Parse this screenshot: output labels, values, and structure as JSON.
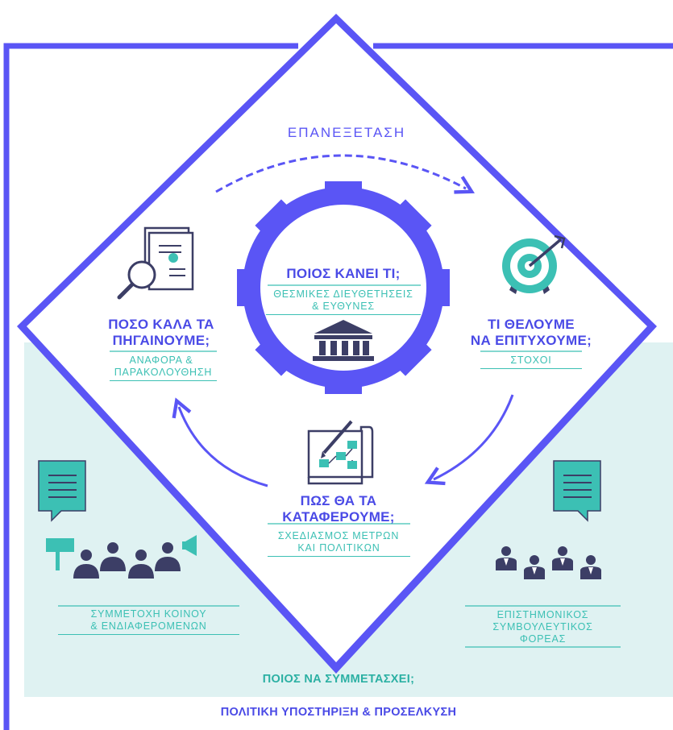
{
  "colors": {
    "primary": "#5a55f5",
    "teal": "#3cc0b4",
    "teal_light": "#dff2f2",
    "navy": "#3c3e66",
    "title_blue": "#4a4ae6"
  },
  "review_label": "ΕΠΑΝΕΞΕΤΑΣΗ",
  "center": {
    "title": "ΠΟΙΟΣ ΚΑΝΕΙ ΤΙ;",
    "subtitle_line1": "ΘΕΣΜΙΚΕΣ ΔΙΕΥΘΕΤΗΣΕΙΣ",
    "subtitle_line2": "& ΕΥΘΥΝΕΣ",
    "icon": "institution-building-icon"
  },
  "left_stage": {
    "title_line1": "ΠΟΣΟ ΚΑΛΑ ΤΑ",
    "title_line2": "ΠΗΓΑΙΝΟΥΜΕ;",
    "sub_line1": "ΑΝΑΦΟΡΑ &",
    "sub_line2": "ΠΑΡΑΚΟΛΟΥΘΗΣΗ",
    "icon": "report-magnifier-icon"
  },
  "right_stage": {
    "title_line1": "ΤΙ ΘΕΛΟΥΜΕ",
    "title_line2": "ΝΑ ΕΠΙΤΥΧΟΥΜΕ;",
    "sub_line1": "ΣΤΟΧΟΙ",
    "icon": "target-arrow-icon"
  },
  "bottom_stage": {
    "title_line1": "ΠΩΣ ΘΑ ΤΑ",
    "title_line2": "ΚΑΤΑΦΕΡΟΥΜΕ;",
    "sub_line1": "ΣΧΕΔΙΑΣΜΟΣ ΜΕΤΡΩΝ",
    "sub_line2": "ΚΑΙ ΠΟΛΙΤΙΚΩΝ",
    "icon": "flowchart-plan-icon"
  },
  "public": {
    "line1": "ΣΥΜΜΕΤΟΧΗ ΚΟΙΝΟΥ",
    "line2": "& ΕΝΔΙΑΦΕΡΟΜΕΝΩΝ",
    "icon": "people-protest-icon"
  },
  "scientific": {
    "line1": "ΕΠΙΣΤΗΜΟΝΙΚΟΣ",
    "line2": "ΣΥΜΒΟΥΛΕΥΤΙΚΟΣ",
    "line3": "ΦΟΡΕΑΣ",
    "icon": "experts-group-icon"
  },
  "footer": {
    "who_participates": "ΠΟΙΟΣ ΝΑ ΣΥΜΜΕΤΑΣΧΕΙ;",
    "political_support": "ΠΟΛΙΤΙΚΗ ΥΠΟΣΤΗΡΙΞΗ & ΠΡΟΣΕΛΚΥΣΗ"
  }
}
